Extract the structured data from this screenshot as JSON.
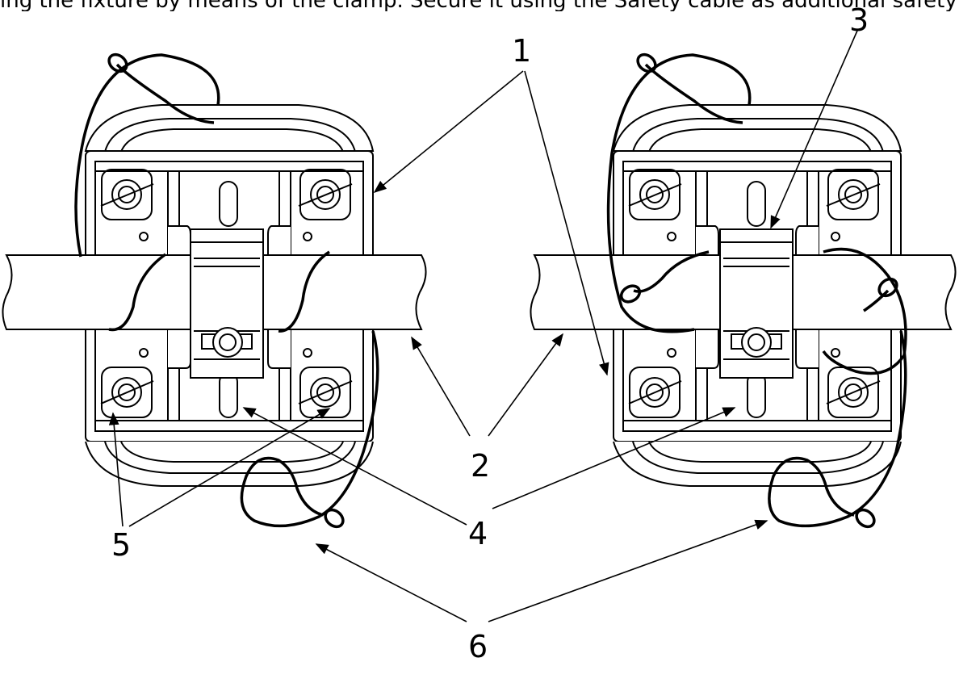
{
  "header": {
    "cut_off_text": "ing the fixture by means of the clamp. Secure it using the Safety cable as additional safety by"
  },
  "callouts": [
    {
      "label": "1"
    },
    {
      "label": "2"
    },
    {
      "label": "3"
    },
    {
      "label": "4"
    },
    {
      "label": "5"
    },
    {
      "label": "6"
    }
  ],
  "colors": {
    "line": "#000000",
    "background": "#ffffff",
    "fill": "#ffffff"
  }
}
